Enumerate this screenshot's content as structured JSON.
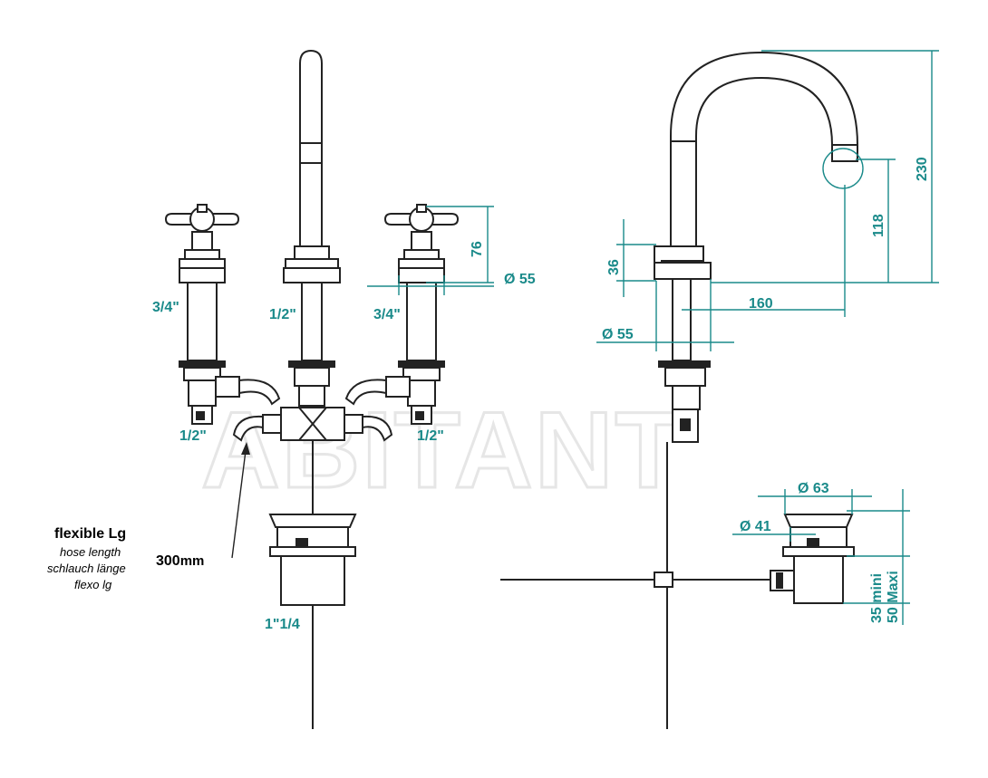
{
  "watermark": "ABITANT",
  "front_view": {
    "left_valve_top_size": "3/4\"",
    "spout_size": "1/2\"",
    "right_valve_top_size": "3/4\"",
    "left_outlet_size": "1/2\"",
    "right_outlet_size": "1/2\"",
    "drain_size": "1\"1/4",
    "handle_height": "76",
    "flange_diameter": "Ø 55"
  },
  "hose_note": {
    "title": "flexible Lg",
    "line_en": "hose length",
    "line_de": "schlauch länge",
    "line_fr": "flexo lg",
    "length_value": "300",
    "length_unit": "mm"
  },
  "side_view": {
    "total_height": "230",
    "outlet_height": "118",
    "base_height": "36",
    "reach": "160",
    "base_diameter": "Ø 55"
  },
  "drain_view": {
    "top_diameter": "Ø 63",
    "plug_diameter": "Ø 41",
    "thickness_min": "35  mini",
    "thickness_max": "50 Maxi"
  },
  "colors": {
    "dimension": "#1a8a8a",
    "line": "#222222",
    "watermark": "#e6e6e6"
  }
}
